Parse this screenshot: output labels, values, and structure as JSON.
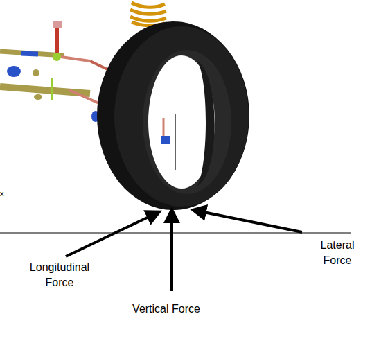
{
  "diagram": {
    "labels": [
      "Longitudinal Force",
      "Vertical Force",
      "Lateral Force",
      "x"
    ]
  }
}
